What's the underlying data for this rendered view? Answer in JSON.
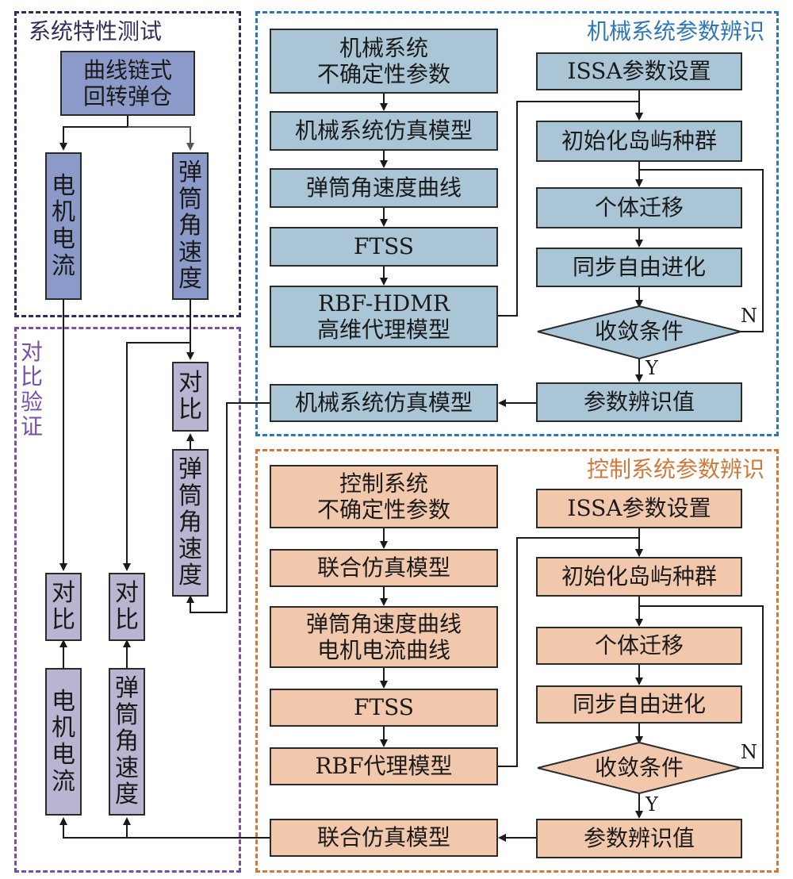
{
  "colors": {
    "mech_region": "#2f77b8",
    "ctrl_region": "#cf7a3a",
    "test_region": "#2e2e5c",
    "verify_region": "#7a4fa8",
    "mech_box": "#a9c5d6",
    "ctrl_box": "#f2c8ad",
    "test_box": "#8b9ac8",
    "verify_box": "#b7b5cf"
  },
  "regions": {
    "test": "系统特性测试",
    "verify": "对比验证",
    "mech": "机械系统参数辨识",
    "ctrl": "控制系统参数辨识"
  },
  "test": {
    "source": "曲线链式\n回转弹仓",
    "current": "电机电流",
    "speed": "弹筒角速度"
  },
  "verify": {
    "compare_top": "对比",
    "sim_speed": "弹筒角速度",
    "compare_left": "对比",
    "compare_mid": "对比",
    "sim_current": "电机电流",
    "sim_speed2": "弹筒角速度"
  },
  "mech": {
    "uncertain": "机械系统\n不确定性参数",
    "sim_model": "机械系统仿真模型",
    "curve": "弹筒角速度曲线",
    "ftss": "FTSS",
    "surrogate": "RBF-HDMR\n高维代理模型",
    "sim_model_out": "机械系统仿真模型",
    "issa": "ISSA参数设置",
    "init": "初始化岛屿种群",
    "migrate": "个体迁移",
    "evolve": "同步自由进化",
    "converge": "收敛条件",
    "result": "参数辨识值",
    "no": "N",
    "yes": "Y"
  },
  "ctrl": {
    "uncertain": "控制系统\n不确定性参数",
    "sim_model": "联合仿真模型",
    "curves": "弹筒角速度曲线\n电机电流曲线",
    "ftss": "FTSS",
    "surrogate": "RBF代理模型",
    "sim_model_out": "联合仿真模型",
    "issa": "ISSA参数设置",
    "init": "初始化岛屿种群",
    "migrate": "个体迁移",
    "evolve": "同步自由进化",
    "converge": "收敛条件",
    "result": "参数辨识值",
    "no": "N",
    "yes": "Y"
  }
}
